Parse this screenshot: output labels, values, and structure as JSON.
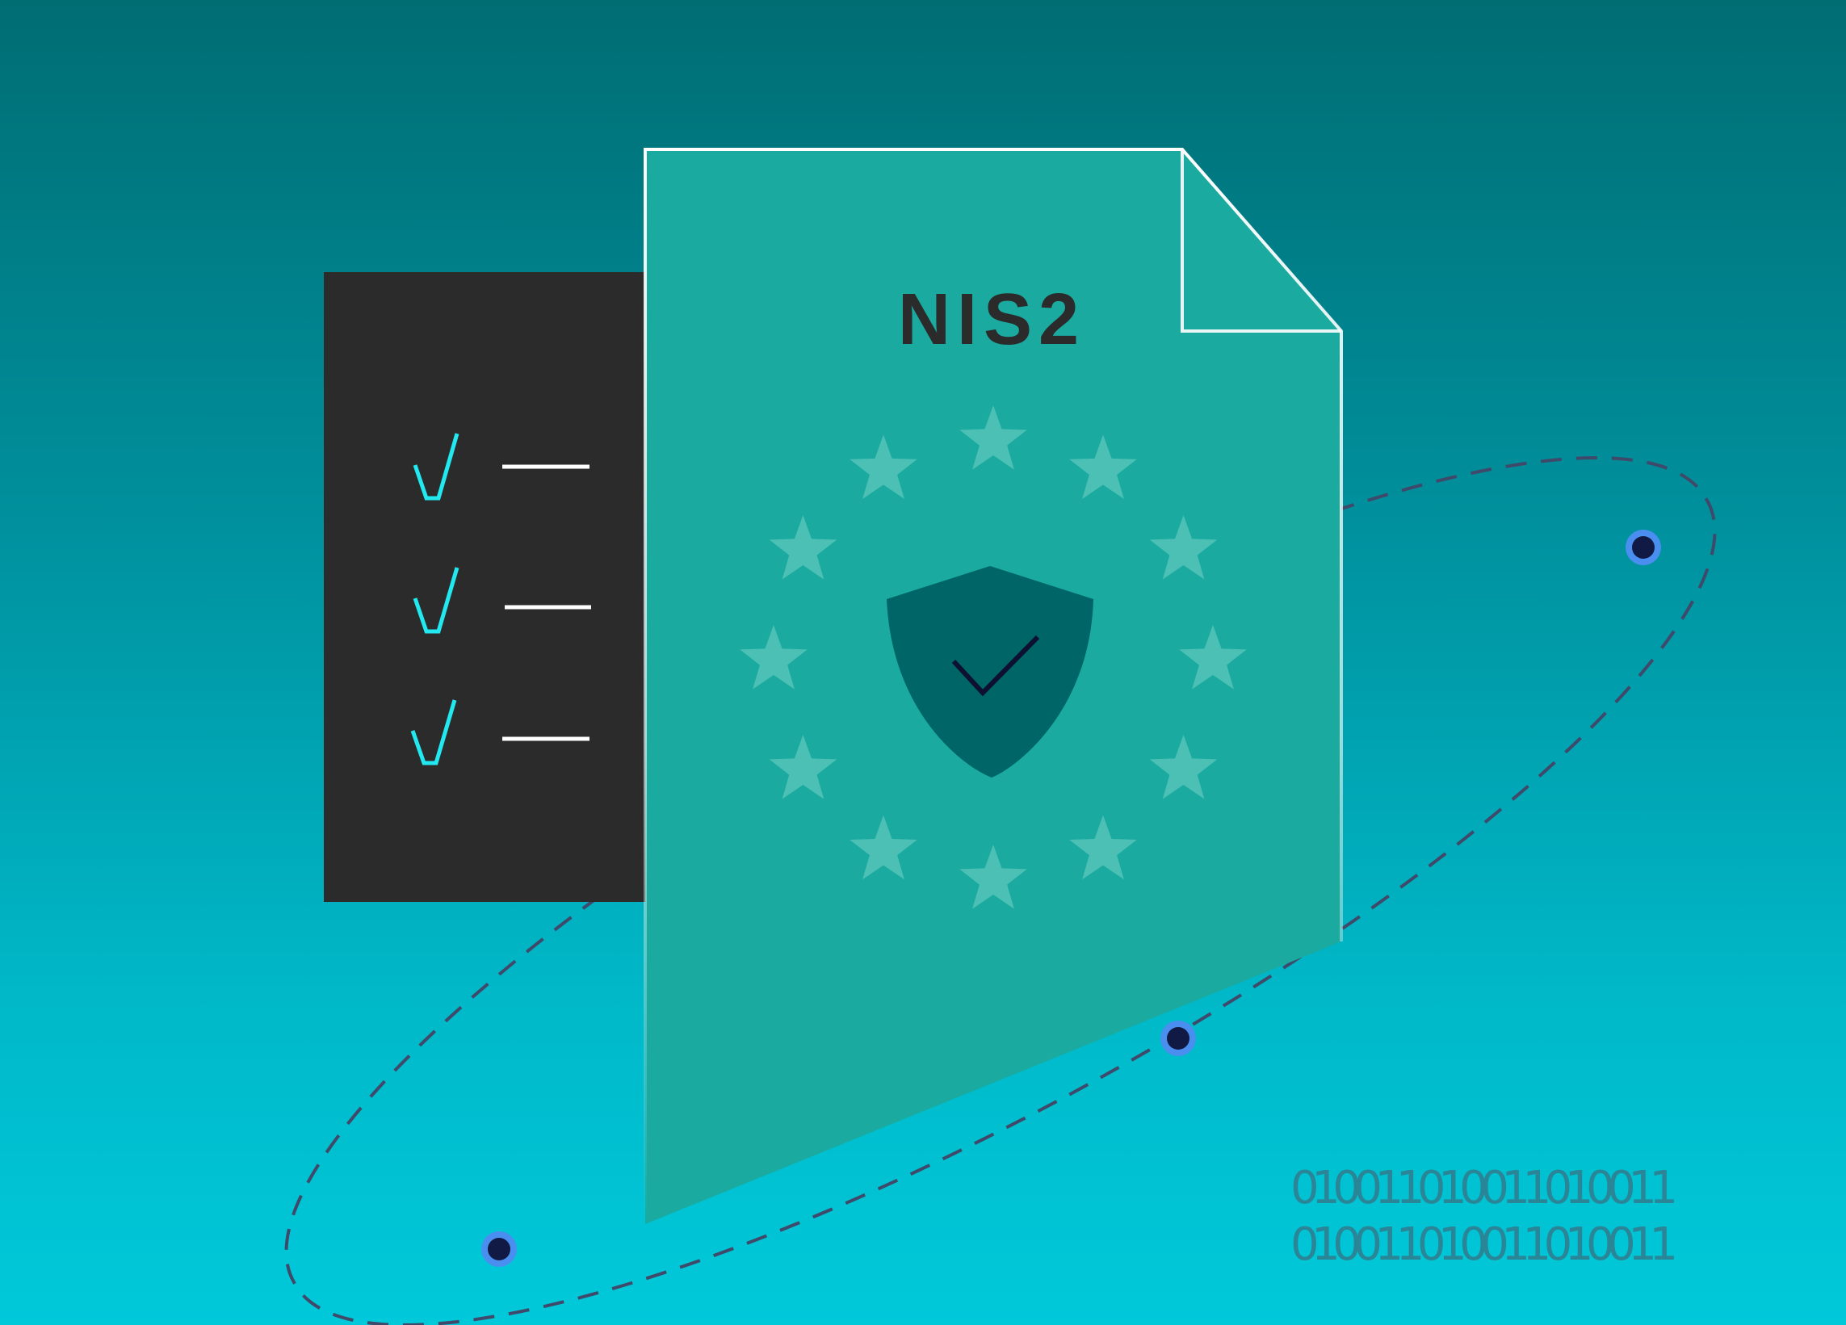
{
  "document": {
    "title": "NIS2"
  },
  "checklist": {
    "items": 3
  },
  "binary": {
    "line1": "010011010011010011",
    "line2": "010011010011010011"
  },
  "colors": {
    "background_top": "#006d73",
    "background_bottom": "#00c9da",
    "document_fill": "#1aaaa0",
    "panel": "#2b2b2b",
    "check": "#22e8f0",
    "shield": "#006567",
    "star": "#4cc0b4",
    "orbit": "#3f4a6a",
    "dot_outer": "#4a8ff0",
    "dot_inner": "#111a44",
    "binary": "#2a8596"
  }
}
